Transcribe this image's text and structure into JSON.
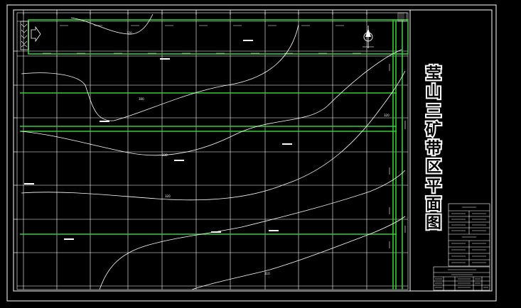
{
  "drawing": {
    "title_chars": [
      "莹",
      "山",
      "三",
      "矿",
      "带",
      "区",
      "平",
      "面",
      "图"
    ]
  },
  "contours": {
    "labels": [
      {
        "text": "320",
        "id": "c1"
      },
      {
        "text": "300",
        "id": "c2"
      },
      {
        "text": "330",
        "id": "c3"
      },
      {
        "text": "320",
        "id": "c4"
      },
      {
        "text": "310",
        "id": "c5"
      },
      {
        "text": "320",
        "id": "c6"
      }
    ]
  },
  "colors": {
    "background": "#000000",
    "grid": "#ffffff",
    "boundary": "#33cc33",
    "contour": "#ffffff"
  },
  "icons": {
    "north_arrow": "north-arrow-icon",
    "grid_arrow": "right-arrow-icon"
  }
}
